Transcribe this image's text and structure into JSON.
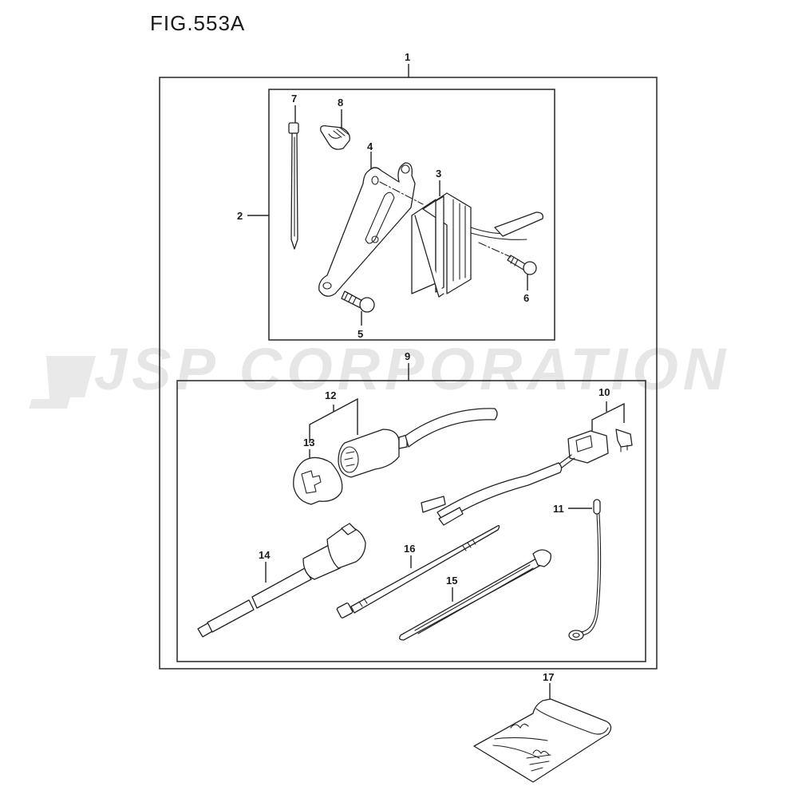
{
  "figure": {
    "title": "FIG.553A",
    "watermark": "JSP CORPORATION"
  },
  "colors": {
    "line": "#222222",
    "watermark": "#e6e6e6",
    "background": "#ffffff"
  },
  "callouts": [
    {
      "id": "1",
      "label": "1",
      "desc": "assembly frame"
    },
    {
      "id": "2",
      "label": "2",
      "desc": "upper sub-assembly"
    },
    {
      "id": "3",
      "label": "3",
      "desc": "rectifier / regulator"
    },
    {
      "id": "4",
      "label": "4",
      "desc": "bracket"
    },
    {
      "id": "5",
      "label": "5",
      "desc": "bolt"
    },
    {
      "id": "6",
      "label": "6",
      "desc": "bolt"
    },
    {
      "id": "7",
      "label": "7",
      "desc": "cable tie"
    },
    {
      "id": "8",
      "label": "8",
      "desc": "clamp"
    },
    {
      "id": "9",
      "label": "9",
      "desc": "harness sub-assembly"
    },
    {
      "id": "10",
      "label": "10",
      "desc": "fuse connector"
    },
    {
      "id": "11",
      "label": "11",
      "desc": "ground lead"
    },
    {
      "id": "12",
      "label": "12",
      "desc": "coupler"
    },
    {
      "id": "13",
      "label": "13",
      "desc": "coupler cap"
    },
    {
      "id": "14",
      "label": "14",
      "desc": "connector lead"
    },
    {
      "id": "15",
      "label": "15",
      "desc": "cable tie"
    },
    {
      "id": "16",
      "label": "16",
      "desc": "cable tie"
    },
    {
      "id": "17",
      "label": "17",
      "desc": "instruction sheet"
    }
  ]
}
